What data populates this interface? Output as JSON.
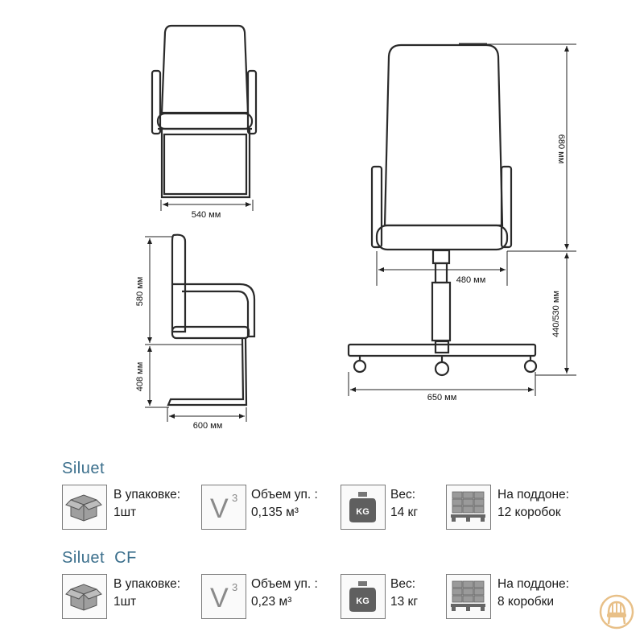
{
  "dimensions": {
    "front_width": "540 мм",
    "side_seat_height": "580 мм",
    "side_leg_height": "408 мм",
    "side_depth": "600 мм",
    "swivel_back_height": "680 мм",
    "swivel_seat_width": "480 мм",
    "swivel_seat_height": "440/530 мм",
    "swivel_base_width": "650 мм"
  },
  "models": [
    {
      "name": "Siluet",
      "pack_label": "В упаковке:",
      "pack_value": "1шт",
      "volume_label": "Объем уп. :",
      "volume_value": "0,135 м³",
      "weight_label": "Вес:",
      "weight_value": "14 кг",
      "pallet_label": "На поддоне:",
      "pallet_value": "12 коробок"
    },
    {
      "name": "Siluet  CF",
      "pack_label": "В упаковке:",
      "pack_value": "1шт",
      "volume_label": "Объем уп. :",
      "volume_value": "0,23 м³",
      "weight_label": "Вес:",
      "weight_value": "13 кг",
      "pallet_label": "На поддоне:",
      "pallet_value": "8 коробки"
    }
  ],
  "icons": {
    "volume_symbol": "V",
    "volume_exponent": "3",
    "weight_symbol": "KG"
  },
  "colors": {
    "title": "#3b6f8c",
    "outline": "#2a2a2a",
    "logo": "#e8c088"
  }
}
